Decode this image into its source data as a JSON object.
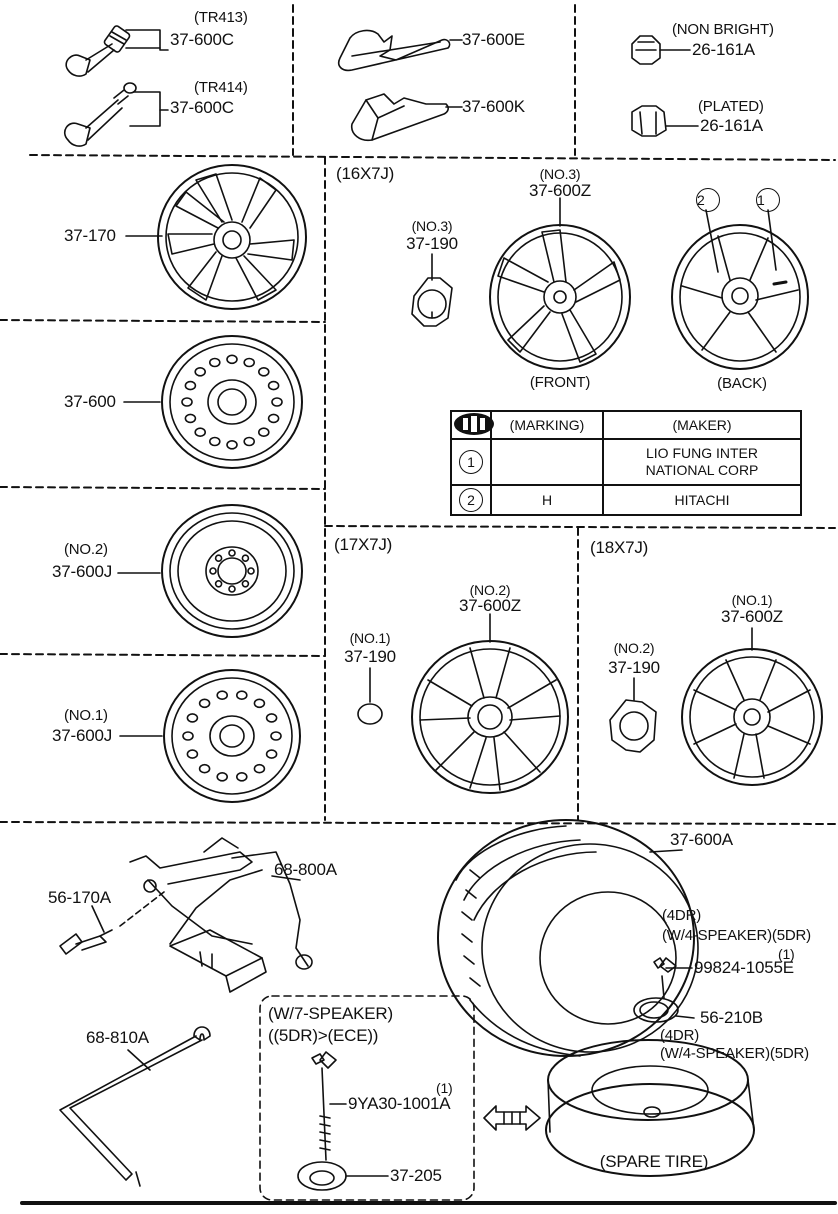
{
  "valves": {
    "tr413_variant": "(TR413)",
    "tr413_part": "37-600C",
    "tr414_variant": "(TR414)",
    "tr414_part": "37-600C"
  },
  "balance_weights": {
    "clip_part": "37-600E",
    "adhesive_part": "37-600K"
  },
  "nuts": {
    "nonbright_variant": "(NON BRIGHT)",
    "nonbright_part": "26-161A",
    "plated_variant": "(PLATED)",
    "plated_part": "26-161A"
  },
  "left_column": {
    "wheel_cover_part": "37-170",
    "steel_wheel_part": "37-600",
    "temp_spare_a_variant": "(NO.2)",
    "temp_spare_a_part": "37-600J",
    "temp_spare_b_variant": "(NO.1)",
    "temp_spare_b_part": "37-600J"
  },
  "panel_16": {
    "size": "(16X7J)",
    "cap_variant": "(NO.3)",
    "cap_part": "37-190",
    "wheel_variant": "(NO.3)",
    "wheel_part": "37-600Z",
    "front_caption": "(FRONT)",
    "back_caption": "(BACK)",
    "marker_1": "1",
    "marker_2": "2"
  },
  "maker_table": {
    "header_marking": "(MARKING)",
    "header_maker": "(MAKER)",
    "row1_no": "1",
    "row1_maker_line1": "LIO FUNG INTER",
    "row1_maker_line2": "NATIONAL CORP",
    "row2_no": "2",
    "row2_marking": "H",
    "row2_maker": "HITACHI"
  },
  "panel_17": {
    "size": "(17X7J)",
    "cap_variant": "(NO.1)",
    "cap_part": "37-190",
    "wheel_variant": "(NO.2)",
    "wheel_part": "37-600Z"
  },
  "panel_18": {
    "size": "(18X7J)",
    "cap_variant": "(NO.2)",
    "cap_part": "37-190",
    "wheel_variant": "(NO.1)",
    "wheel_part": "37-600Z"
  },
  "tools": {
    "jack_part": "68-800A",
    "handle_part": "56-170A",
    "wrench_part": "68-810A"
  },
  "tire": {
    "tire_part": "37-600A",
    "cond1": "(4DR)",
    "cond2": "(W/4-SPEAKER)(5DR)",
    "bolt_qty": "(1)",
    "bolt_part": "99824-1055E",
    "pad_part": "56-210B",
    "cond3": "(4DR)",
    "cond4": "(W/4-SPEAKER)(5DR)",
    "spare_caption": "(SPARE TIRE)"
  },
  "speaker_box": {
    "cond1": "(W/7-SPEAKER)",
    "cond2": "((5DR)>(ECE))",
    "bolt_qty": "(1)",
    "bolt_part": "9YA30-1001A",
    "pad_part": "37-205"
  }
}
